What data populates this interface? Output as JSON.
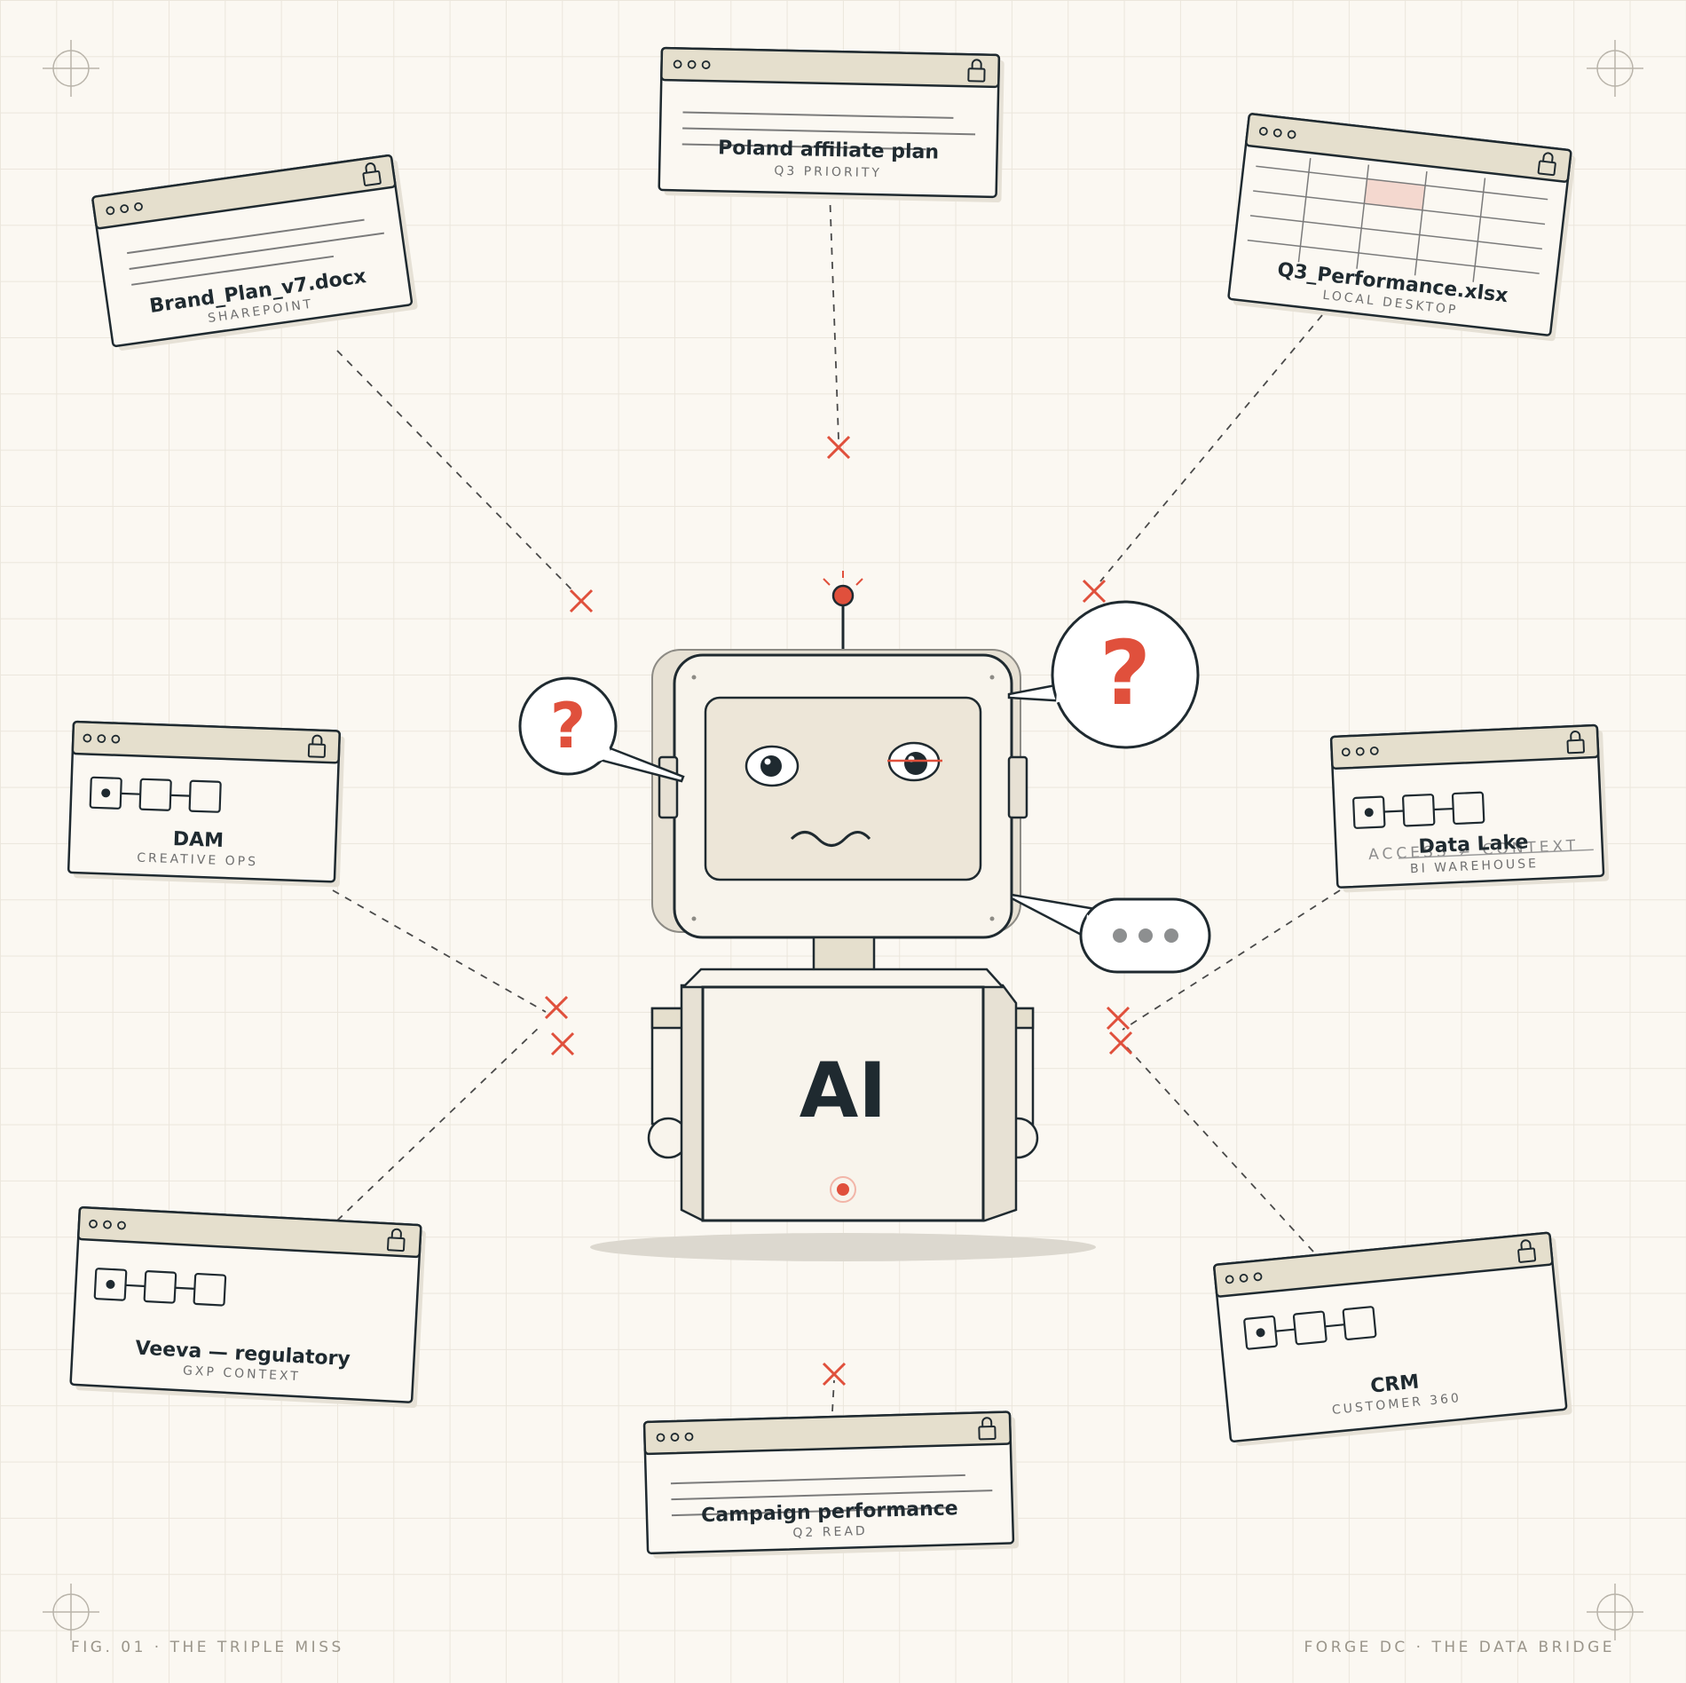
{
  "robot": {
    "label": "AI"
  },
  "cards": [
    {
      "id": "brand-plan",
      "title": "Brand_Plan_v7.docx",
      "subtitle": "SHAREPOINT",
      "kind": "doc",
      "locked": true
    },
    {
      "id": "poland-plan",
      "title": "Poland affiliate plan",
      "subtitle": "Q3 PRIORITY",
      "kind": "doc",
      "locked": true
    },
    {
      "id": "q3-performance",
      "title": "Q3_Performance.xlsx",
      "subtitle": "LOCAL DESKTOP",
      "kind": "sheet",
      "locked": true
    },
    {
      "id": "dam",
      "title": "DAM",
      "subtitle": "CREATIVE OPS",
      "kind": "flow",
      "locked": true
    },
    {
      "id": "data-lake",
      "title": "Data Lake",
      "subtitle": "BI WAREHOUSE",
      "kind": "flow",
      "locked": true,
      "overlay_text": "ACCESS ≠ CONTEXT"
    },
    {
      "id": "veeva",
      "title": "Veeva — regulatory",
      "subtitle": "GXP CONTEXT",
      "kind": "flow",
      "locked": true
    },
    {
      "id": "crm",
      "title": "CRM",
      "subtitle": "CUSTOMER 360",
      "kind": "flow",
      "locked": true
    },
    {
      "id": "campaign",
      "title": "Campaign performance",
      "subtitle": "Q2 READ",
      "kind": "doc",
      "locked": true
    }
  ],
  "bubbles": [
    {
      "id": "left-question",
      "symbol": "?"
    },
    {
      "id": "right-question",
      "symbol": "?"
    },
    {
      "id": "thinking",
      "symbol": "•••"
    }
  ],
  "footer": {
    "left": "FIG. 01  ·  THE TRIPLE MISS",
    "right": "FORGE DC  ·  THE DATA BRIDGE"
  },
  "colors": {
    "ink": "#1f2a30",
    "accent_red": "#e0503c",
    "card_bar": "#e5dfcd",
    "paper": "#fbf8f2",
    "robot_fill": "#f7f3ea",
    "screen_fill": "#ede6d8"
  },
  "icons": [
    "lock-icon",
    "window-dots-icon",
    "broken-connection-x-icon",
    "question-mark-icon",
    "ellipsis-icon"
  ]
}
